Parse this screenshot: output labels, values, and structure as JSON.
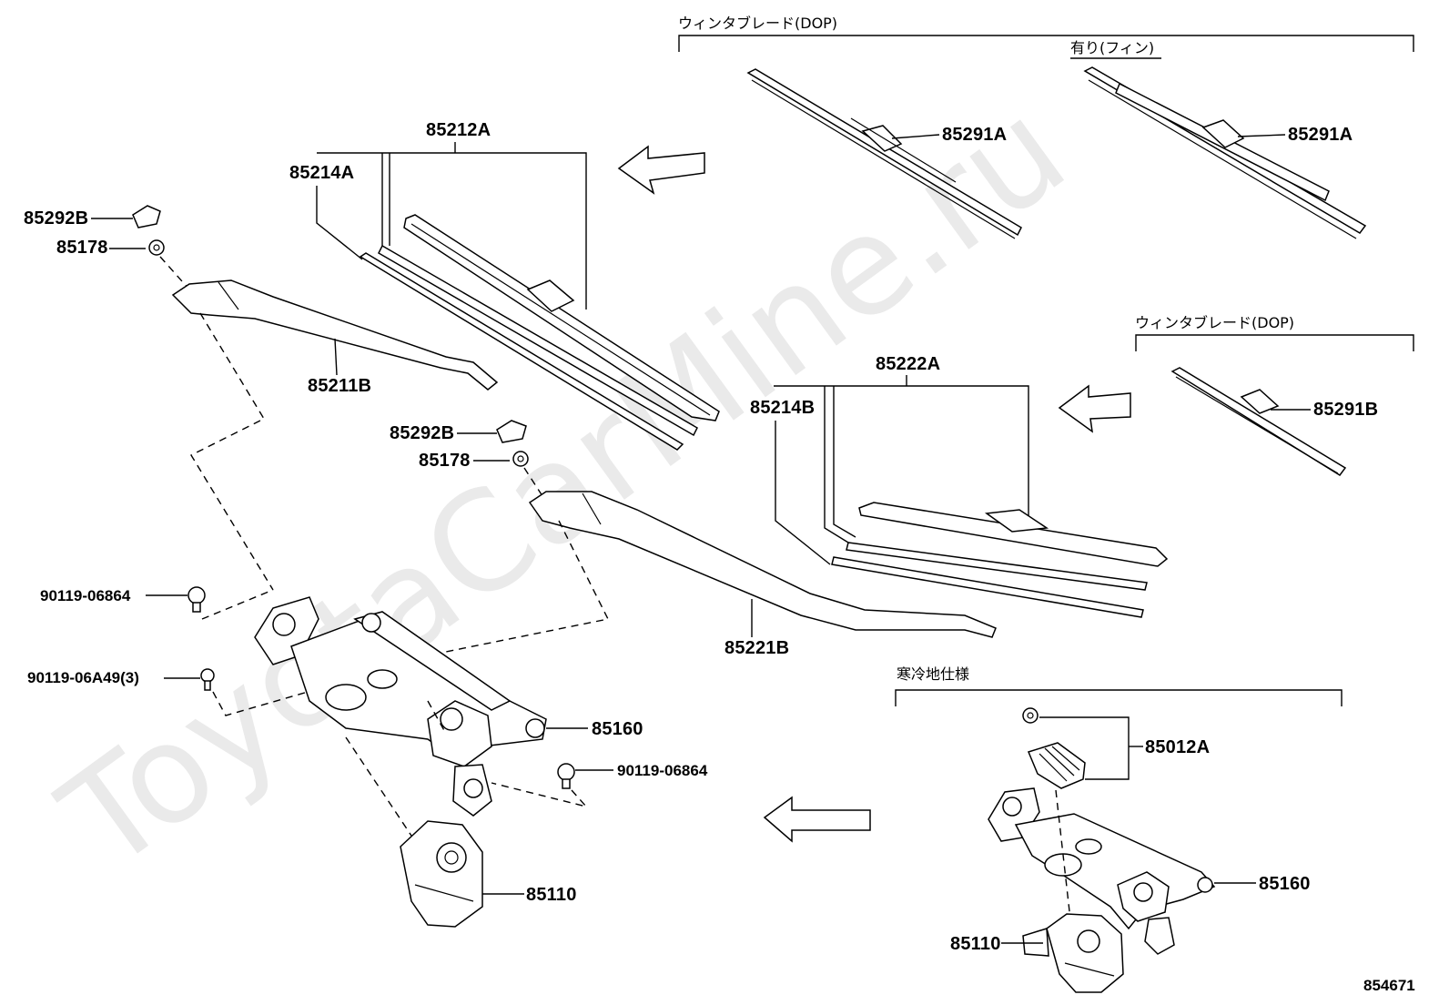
{
  "watermark": "ToyotaCarMine.ru",
  "diagram_id": "854671",
  "headers": {
    "winter_blade_top": "ウィンタブレード(DOP)",
    "with_fin": "有り(フィン)",
    "winter_blade_mid": "ウィンタブレード(DOP)",
    "cold_region": "寒冷地仕様"
  },
  "labels": {
    "p85212A": "85212A",
    "p85214A": "85214A",
    "p85292B_1": "85292B",
    "p85178_1": "85178",
    "p85211B": "85211B",
    "p85291A_1": "85291A",
    "p85291A_2": "85291A",
    "p85222A": "85222A",
    "p85214B": "85214B",
    "p85291B": "85291B",
    "p85292B_2": "85292B",
    "p85178_2": "85178",
    "p85221B": "85221B",
    "p90119_06864_1": "90119-06864",
    "p90119_06A49": "90119-06A49(3)",
    "p85160_1": "85160",
    "p90119_06864_2": "90119-06864",
    "p85110_1": "85110",
    "p85012A": "85012A",
    "p85160_2": "85160",
    "p85110_2": "85110"
  }
}
